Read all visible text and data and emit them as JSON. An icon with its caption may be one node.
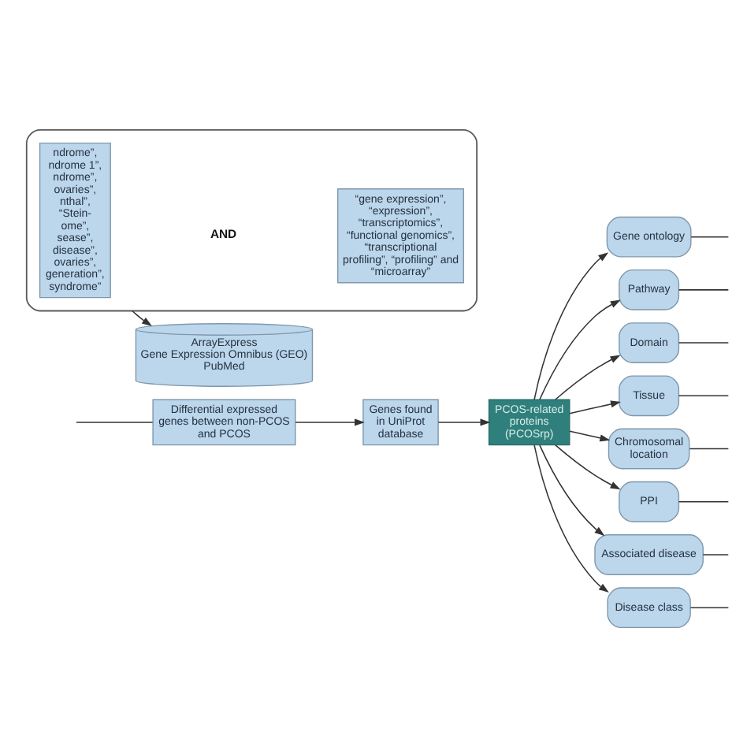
{
  "diagram": {
    "nodes": [
      {
        "text": [],
        "shape": "box"
      },
      {
        "text": [
          "ndrome”, ndrome 1”, ndrome”, ovaries”, nthal”, “Stein- ome”, sease”, disease”, ovaries”, generation”, syndrome”"
        ],
        "in": 0
      },
      {
        "text": [
          "“gene expression”, “expression”, “transcriptomics”, “functional genomics”, “transcriptional profiling”, “profiling” and “microarray”"
        ],
        "in": 0
      },
      {
        "text": [
          "ArrayExpress",
          "Gene Expression Omnibus (GEO)",
          "PubMed"
        ]
      },
      {
        "text": [
          "Differential expressed genes between non-PCOS and PCOS"
        ]
      },
      {
        "text": [
          "Genes found in UniProt database"
        ]
      },
      {
        "text": [
          "PCOS-related proteins (PCOSrp)"
        ]
      },
      {
        "text": [
          "Gene ontology"
        ]
      },
      {
        "text": [
          "Pathway"
        ]
      },
      {
        "text": [
          "Domain"
        ]
      },
      {
        "text": [
          "Tissue"
        ]
      },
      {
        "text": [
          "Chromosomal location"
        ]
      },
      {
        "text": [
          "PPI"
        ]
      },
      {
        "text": [
          "Associated disease"
        ]
      },
      {
        "text": [
          "Disease class"
        ]
      }
    ],
    "edges": [
      {
        "from": 0,
        "to": 3,
        "arrow": "to"
      },
      {
        "from": null,
        "to": 4,
        "arrow": "none"
      },
      {
        "from": 4,
        "to": 5,
        "arrow": "to"
      },
      {
        "from": 5,
        "to": 6,
        "arrow": "to"
      },
      {
        "from": 6,
        "to": 7,
        "arrow": "to"
      },
      {
        "from": 6,
        "to": 8,
        "arrow": "to"
      },
      {
        "from": 6,
        "to": 9,
        "arrow": "to"
      },
      {
        "from": 6,
        "to": 10,
        "arrow": "to"
      },
      {
        "from": 6,
        "to": 11,
        "arrow": "to"
      },
      {
        "from": 6,
        "to": 12,
        "arrow": "to"
      },
      {
        "from": 6,
        "to": 13,
        "arrow": "to"
      },
      {
        "from": 6,
        "to": 14,
        "arrow": "to"
      },
      {
        "from": 7,
        "to": null,
        "arrow": "none"
      },
      {
        "from": 8,
        "to": null,
        "arrow": "none"
      },
      {
        "from": 9,
        "to": null,
        "arrow": "none"
      },
      {
        "from": 10,
        "to": null,
        "arrow": "none"
      },
      {
        "from": 11,
        "to": null,
        "arrow": "none"
      },
      {
        "from": 12,
        "to": null,
        "arrow": "none"
      },
      {
        "from": 13,
        "to": null,
        "arrow": "none"
      },
      {
        "from": 14,
        "to": null,
        "arrow": "none"
      }
    ],
    "labels": [
      "AND"
    ]
  }
}
